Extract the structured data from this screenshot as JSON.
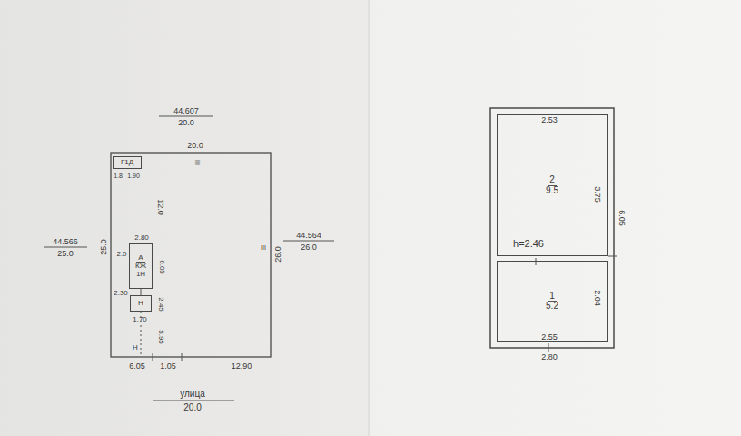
{
  "diagram": {
    "nodes": [
      {
        "text": [
          "Г1Д"
        ]
      },
      {
        "text": [
          "А",
          "КЖ",
          "1Н"
        ]
      },
      {
        "text": [
          "Н"
        ]
      },
      {
        "text": [
          "2",
          "9.5"
        ]
      },
      {
        "text": [
          "1",
          "5.2"
        ]
      }
    ],
    "labels": [
      "44.607",
      "20.0",
      "20.0",
      "III",
      "12.0",
      "44.566",
      "25.0",
      "25.0",
      "44.564",
      "26.0",
      "26.0",
      "III",
      "1.8",
      "1.90",
      "2.80",
      "2.0",
      "6.05",
      "2.30",
      "2.45",
      "1.70",
      "5.95",
      "Н",
      "6.05",
      "1.05",
      "12.90",
      "улица",
      "20.0",
      "2.53",
      "3.75",
      "6.05",
      "h=2.46",
      "2.04",
      "2.55",
      "2.80"
    ]
  }
}
